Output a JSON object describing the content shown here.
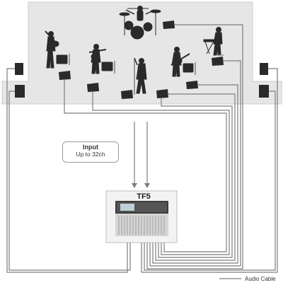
{
  "input": {
    "title": "Input",
    "channels": "Up to 32ch"
  },
  "mixer": {
    "model": "TF5"
  },
  "legend": {
    "cable_label": "Audio Cable"
  },
  "colors": {
    "stage": "#e6e6e6",
    "stage_border": "#c8c8c8",
    "cable": "#7d7d7d",
    "silhouette": "#2a2a2a"
  }
}
